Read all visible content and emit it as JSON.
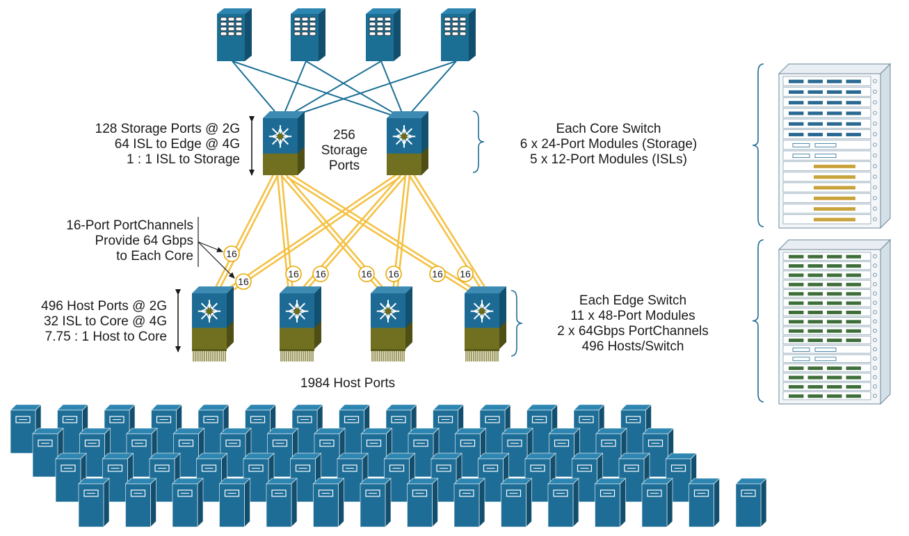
{
  "core_annotation": {
    "lines": [
      "128 Storage Ports @ 2G",
      "64 ISL to Edge @ 4G",
      "1 : 1 ISL to Storage"
    ]
  },
  "storage_ports_label": {
    "lines": [
      "256",
      "Storage",
      "Ports"
    ]
  },
  "core_switch_spec": {
    "lines": [
      "Each Core Switch",
      "6 x 24-Port Modules (Storage)",
      "5 x 12-Port Modules (ISLs)"
    ]
  },
  "portchannel_note": {
    "lines": [
      "16-Port PortChannels",
      "Provide 64 Gbps",
      "to Each Core"
    ]
  },
  "edge_annotation": {
    "lines": [
      "496 Host Ports @ 2G",
      "32 ISL to Core @ 4G",
      "7.75 : 1 Host to Core"
    ]
  },
  "edge_switch_spec": {
    "lines": [
      "Each Edge Switch",
      "11 x 48-Port Modules",
      "2 x 64Gbps PortChannels",
      "496 Hosts/Switch"
    ]
  },
  "host_ports_label": "1984 Host Ports",
  "portchannel_badge": "16",
  "colors": {
    "link_storage": "#1b6f95",
    "link_isl": "#f5c144",
    "switch_blue": "#1d6b94",
    "switch_olive": "#707020",
    "host_blue": "#1e6d96"
  }
}
